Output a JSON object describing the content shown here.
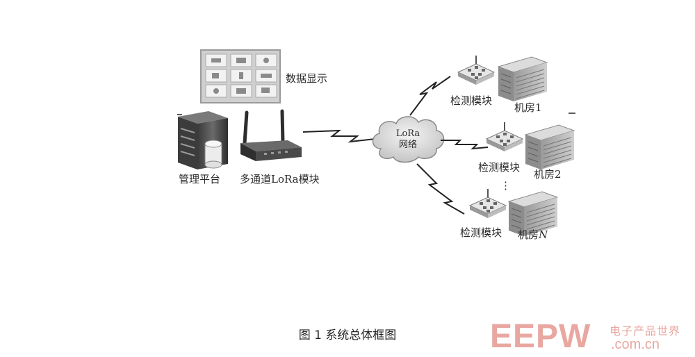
{
  "labels": {
    "data_display": "数据显示",
    "management_platform": "管理平台",
    "multi_channel_module": "多通道LoRa模块",
    "lora_line1": "LoRa",
    "lora_line2": "网络",
    "detect_module": "检测模块",
    "room_1": "机房1",
    "room_2": "机房2",
    "room_n_prefix": "机房",
    "room_n_suffix": "N",
    "ellipsis": "⋮"
  },
  "caption": "图 1 系统总体框图",
  "watermark": {
    "brand": "EEPW",
    "cn": "电子产品世界",
    "url": ".com.cn"
  },
  "colors": {
    "line": "#222222",
    "device_dark": "#5a5a5a",
    "device_light": "#d9d9d9",
    "watermark": "#e8a7a0"
  }
}
